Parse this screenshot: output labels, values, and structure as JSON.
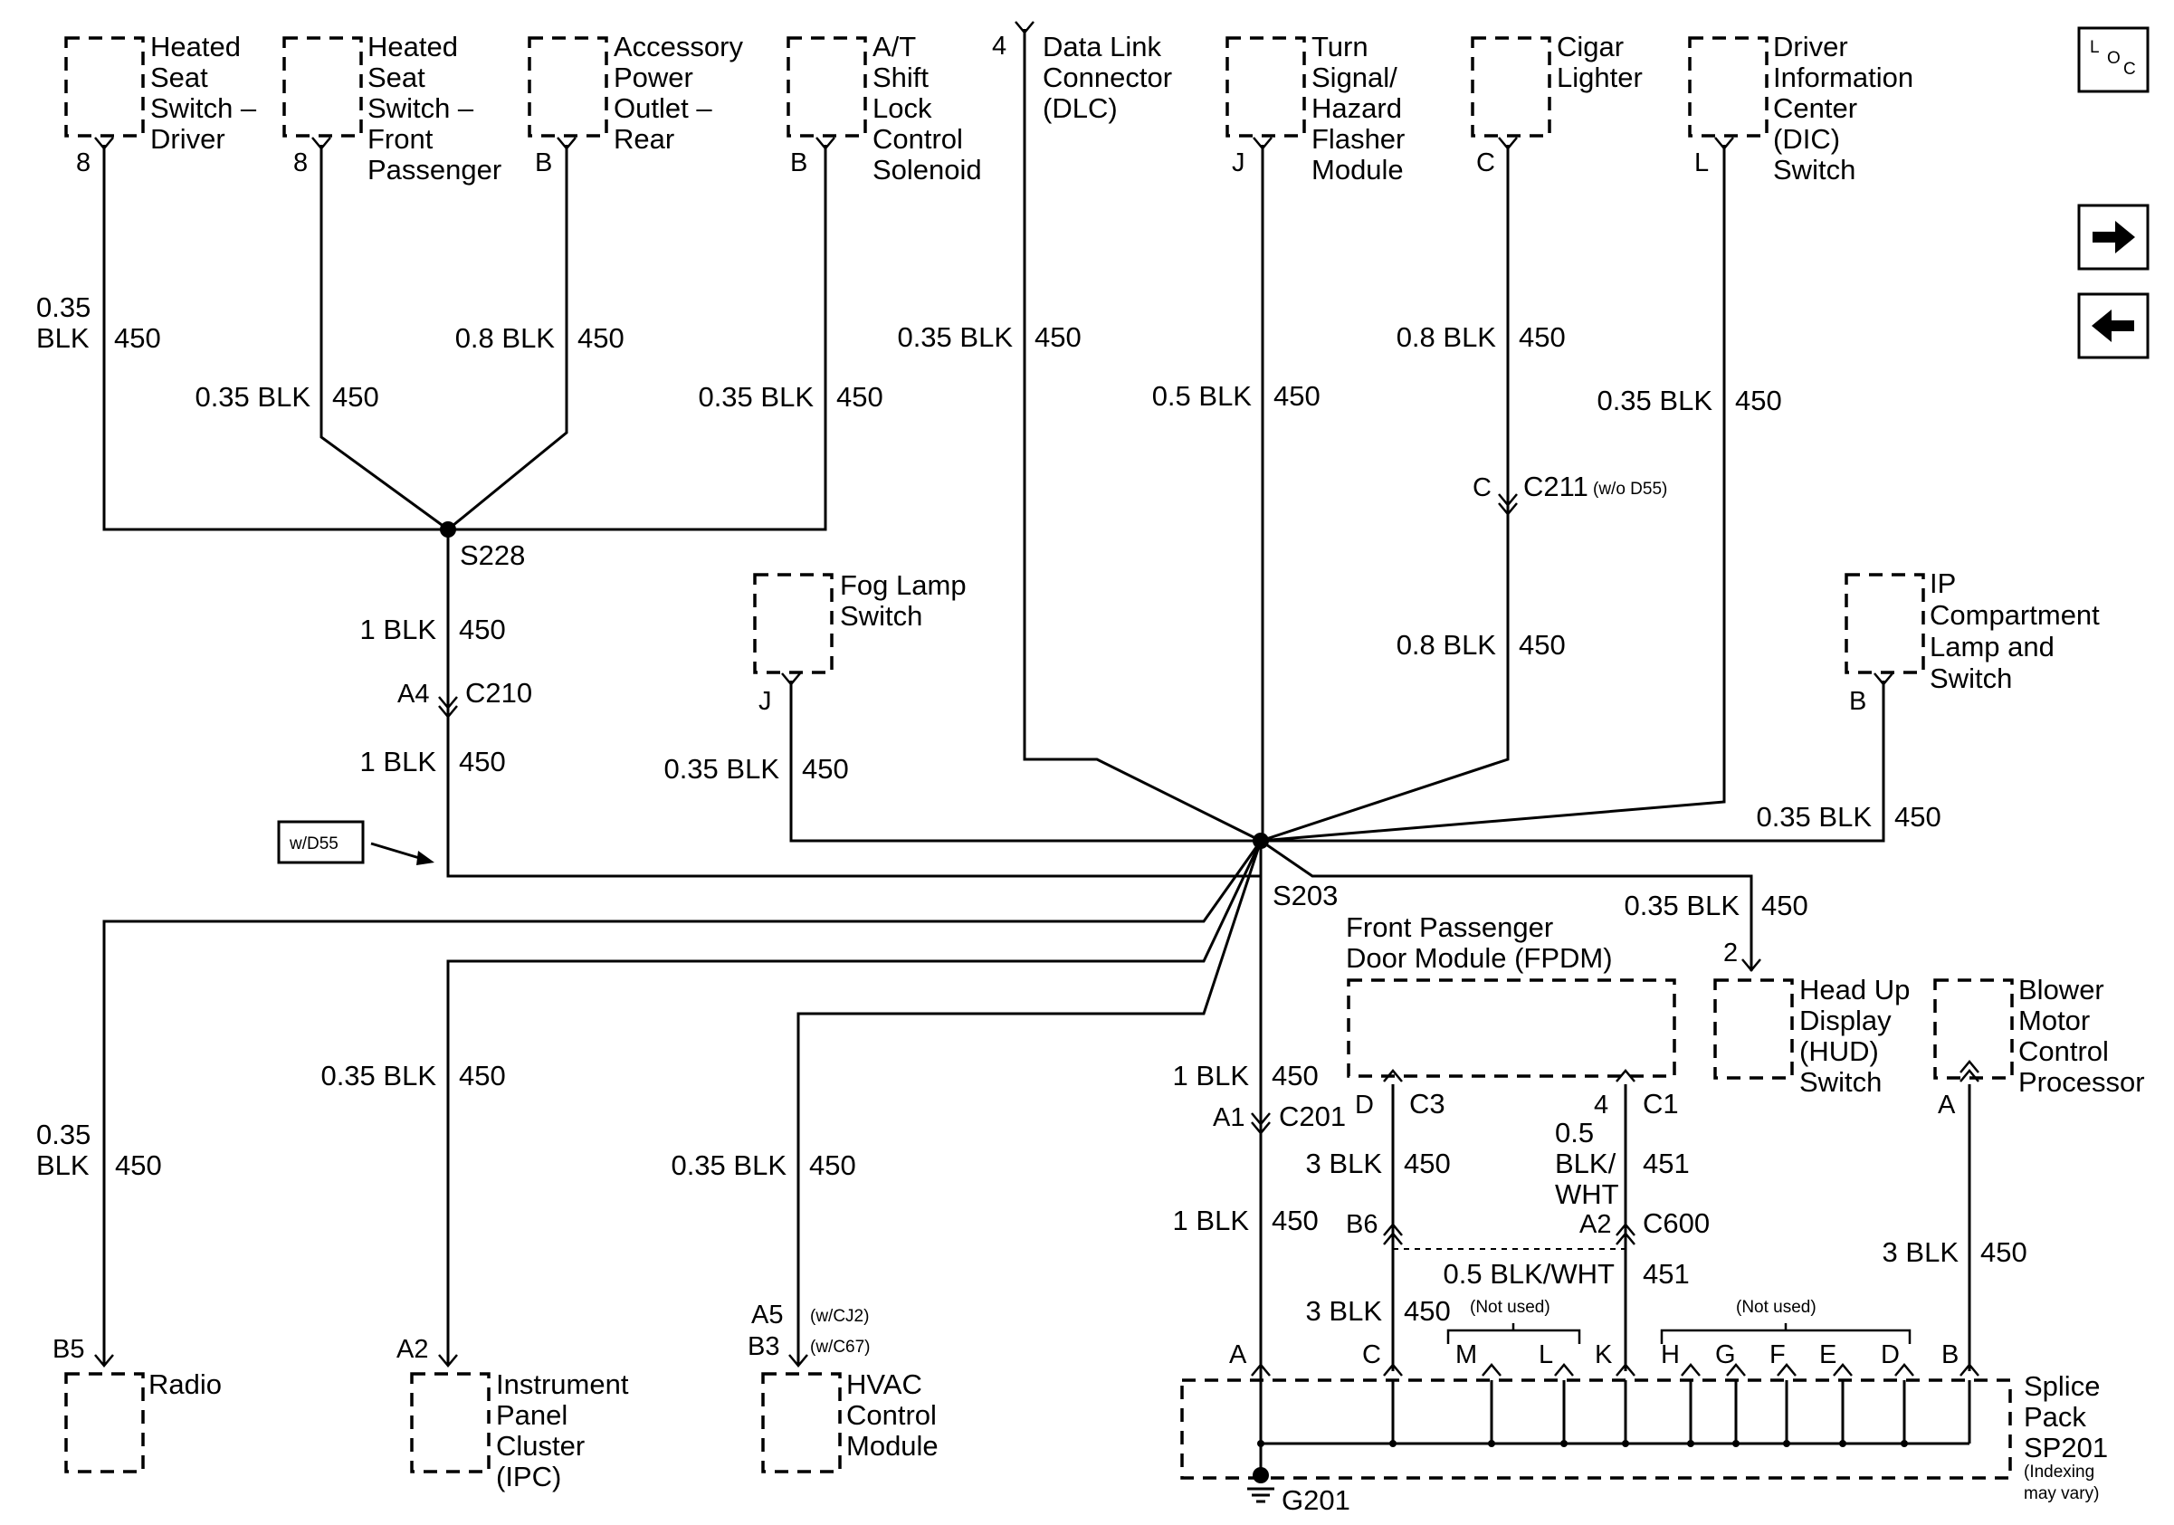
{
  "components": {
    "heated_seat_driver": [
      "Heated",
      "Seat",
      "Switch –",
      "Driver"
    ],
    "heated_seat_passenger": [
      "Heated",
      "Seat",
      "Switch –",
      "Front",
      "Passenger"
    ],
    "accessory_outlet": [
      "Accessory",
      "Power",
      "Outlet –",
      "Rear"
    ],
    "at_shift_lock": [
      "A/T",
      "Shift",
      "Lock",
      "Control",
      "Solenoid"
    ],
    "dlc": [
      "Data Link",
      "Connector",
      "(DLC)"
    ],
    "turn_signal": [
      "Turn",
      "Signal/",
      "Hazard",
      "Flasher",
      "Module"
    ],
    "cigar_lighter": [
      "Cigar",
      "Lighter"
    ],
    "dic_switch": [
      "Driver",
      "Information",
      "Center",
      "(DIC)",
      "Switch"
    ],
    "fog_lamp": [
      "Fog Lamp",
      "Switch"
    ],
    "ip_compartment": [
      "IP",
      "Compartment",
      "Lamp and",
      "Switch"
    ],
    "fpdm": [
      "Front Passenger",
      "Door Module (FPDM)"
    ],
    "hud": [
      "Head Up",
      "Display",
      "(HUD)",
      "Switch"
    ],
    "blower": [
      "Blower",
      "Motor",
      "Control",
      "Processor"
    ],
    "radio": [
      "Radio"
    ],
    "ipc": [
      "Instrument",
      "Panel",
      "Cluster",
      "(IPC)"
    ],
    "hvac": [
      "HVAC",
      "Control",
      "Module"
    ],
    "splice_pack": [
      "Splice",
      "Pack",
      "SP201"
    ],
    "splice_note": [
      "(Indexing",
      "may vary)"
    ]
  },
  "pins": {
    "hs_driver": "8",
    "hs_pass": "8",
    "accessory": "B",
    "at_shift": "B",
    "dlc": "4",
    "turn": "J",
    "cigar": "C",
    "dic": "L",
    "fog": "J",
    "ip": "B",
    "hud": "2",
    "blower": "A",
    "fpdm_d": "D",
    "fpdm_4": "4",
    "radio": "B5",
    "ipc": "A2",
    "hvac_a5": "A5",
    "hvac_b3": "B3",
    "sp_A": "A",
    "sp_C": "C",
    "sp_M": "M",
    "sp_L": "L",
    "sp_K": "K",
    "sp_H": "H",
    "sp_G": "G",
    "sp_F": "F",
    "sp_E": "E",
    "sp_D": "D",
    "sp_B": "B"
  },
  "connectors": {
    "c211_pin": "C",
    "c211": "C211",
    "c211_note": "(w/o D55)",
    "c210_pin": "A4",
    "c210": "C210",
    "c201_pin": "A1",
    "c201": "C201",
    "c3": "C3",
    "c1": "C1",
    "c600_b6": "B6",
    "c600_a2": "A2",
    "c600": "C600",
    "hvac_note1": "(w/CJ2)",
    "hvac_note2": "(w/C67)"
  },
  "splices": {
    "s228": "S228",
    "s203": "S203",
    "g201": "G201"
  },
  "wires": {
    "hs_driver": [
      "0.35",
      "BLK",
      "450"
    ],
    "hs_pass": [
      "0.35 BLK",
      "450"
    ],
    "accessory": [
      "0.8 BLK",
      "450"
    ],
    "at_shift": [
      "0.35 BLK",
      "450"
    ],
    "dlc": [
      "0.35 BLK",
      "450"
    ],
    "turn": [
      "0.5 BLK",
      "450"
    ],
    "cigar_upper": [
      "0.8 BLK",
      "450"
    ],
    "cigar_lower": [
      "0.8 BLK",
      "450"
    ],
    "dic": [
      "0.35 BLK",
      "450"
    ],
    "s228_upper": [
      "1 BLK",
      "450"
    ],
    "s228_lower": [
      "1 BLK",
      "450"
    ],
    "fog": [
      "0.35 BLK",
      "450"
    ],
    "ip": [
      "0.35 BLK",
      "450"
    ],
    "hud": [
      "0.35 BLK",
      "450"
    ],
    "radio": [
      "0.35",
      "BLK",
      "450"
    ],
    "ipc": [
      "0.35 BLK",
      "450"
    ],
    "hvac": [
      "0.35 BLK",
      "450"
    ],
    "ground_upper": [
      "1 BLK",
      "450"
    ],
    "ground_lower": [
      "1 BLK",
      "450"
    ],
    "fpdm_c3": [
      "3 BLK",
      "450"
    ],
    "fpdm_c1": [
      "0.5",
      "BLK/",
      "WHT",
      "451"
    ],
    "c600_c": [
      "3 BLK",
      "450"
    ],
    "c600_k": [
      "0.5 BLK/WHT",
      "451"
    ],
    "blower": [
      "3 BLK",
      "450"
    ]
  },
  "notes": {
    "wd55": "w/D55",
    "not_used_1": "(Not used)",
    "not_used_2": "(Not used)"
  },
  "nav": {
    "loc": [
      "L",
      "O",
      "C"
    ],
    "next": "→",
    "prev": "←"
  }
}
